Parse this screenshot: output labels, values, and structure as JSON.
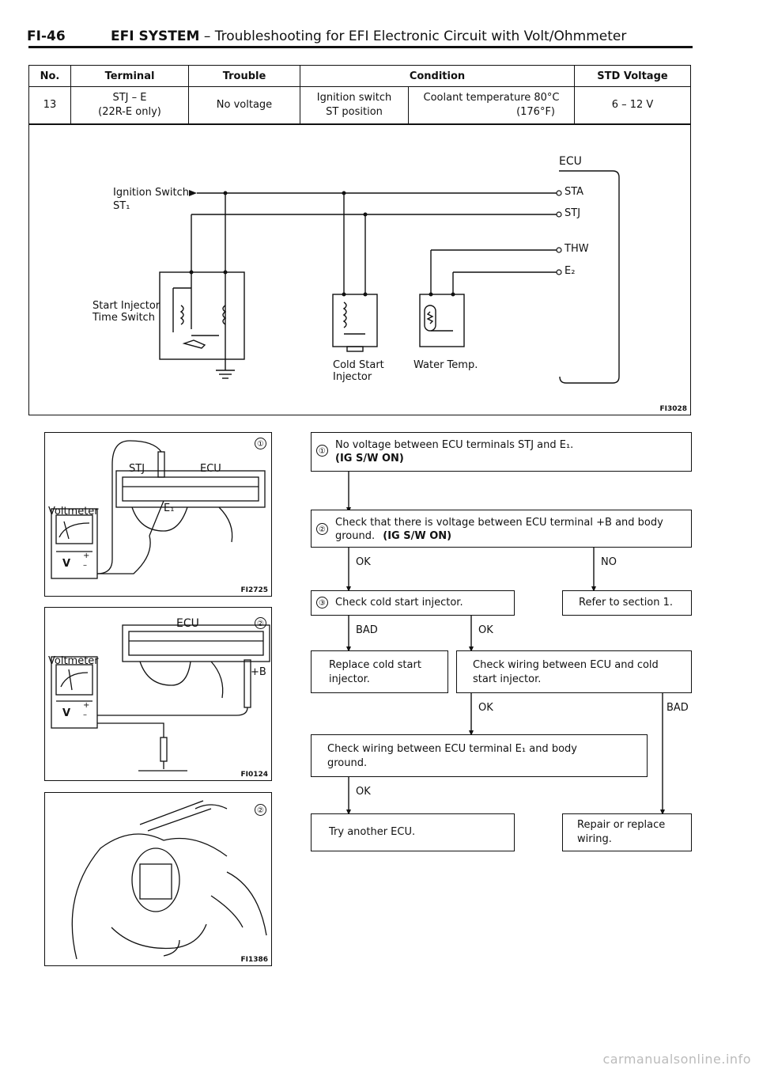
{
  "header": {
    "page_number": "FI-46",
    "section": "EFI SYSTEM",
    "subtitle": "– Troubleshooting for EFI Electronic Circuit with Volt/Ohmmeter"
  },
  "spec_table": {
    "headers": [
      "No.",
      "Terminal",
      "Trouble",
      "Condition",
      "STD Voltage"
    ],
    "row": {
      "no": "13",
      "terminal": "STJ – E (22R-E only)",
      "terminal_line1": "STJ – E",
      "terminal_line2": "(22R-E only)",
      "trouble": "No voltage",
      "condition_a1": "Ignition switch",
      "condition_a2": "ST position",
      "condition_b1": "Coolant temperature 80°C",
      "condition_b2": "(176°F)",
      "std_voltage": "6 – 12 V"
    }
  },
  "circuit": {
    "ecu_label": "ECU",
    "ignition_switch": "Ignition Switch",
    "st1": "ST₁",
    "start_injector": "Start Injector",
    "time_switch": "Time Switch",
    "cold_start": "Cold Start",
    "injector": "Injector",
    "water_temp": "Water Temp.",
    "pins": [
      "STA",
      "STJ",
      "THW",
      "E₂"
    ],
    "fig_id": "FI3028"
  },
  "figures": {
    "fig1": {
      "num": "①",
      "stj": "STJ",
      "ecu": "ECU",
      "e1": "E₁",
      "voltmeter": "Voltmeter",
      "v": "V",
      "plus": "+",
      "minus": "–",
      "id": "FI2725"
    },
    "fig2": {
      "num": "②",
      "ecu": "ECU",
      "voltmeter": "Voltmeter",
      "b": "+B",
      "v": "V",
      "plus": "+",
      "minus": "–",
      "id": "FI0124"
    },
    "fig3": {
      "num": "②",
      "id": "FI1386"
    }
  },
  "flow": {
    "step1_num": "①",
    "step1_line1": "No voltage between ECU terminals STJ and E₁.",
    "step1_line2": "(IG S/W ON)",
    "step2_num": "②",
    "step2_line1": "Check that there is voltage between ECU terminal +B and body",
    "step2_line2_a": "ground.",
    "step2_line2_b": "(IG S/W ON)",
    "ok1": "OK",
    "no1": "NO",
    "step3_num": "③",
    "step3": "Check cold start injector.",
    "refer": "Refer to section 1.",
    "bad1": "BAD",
    "ok2": "OK",
    "replace_line1": "Replace cold start",
    "replace_line2": "injector.",
    "check_wiring_line1": "Check wiring between ECU and cold",
    "check_wiring_line2": "start injector.",
    "ok3": "OK",
    "bad2": "BAD",
    "check_e1_line1": "Check wiring between ECU terminal E₁ and body",
    "check_e1_line2": "ground.",
    "ok4": "OK",
    "try_ecu": "Try another ECU.",
    "repair_line1": "Repair or replace",
    "repair_line2": "wiring."
  },
  "watermark": "carmanualsonline.info"
}
